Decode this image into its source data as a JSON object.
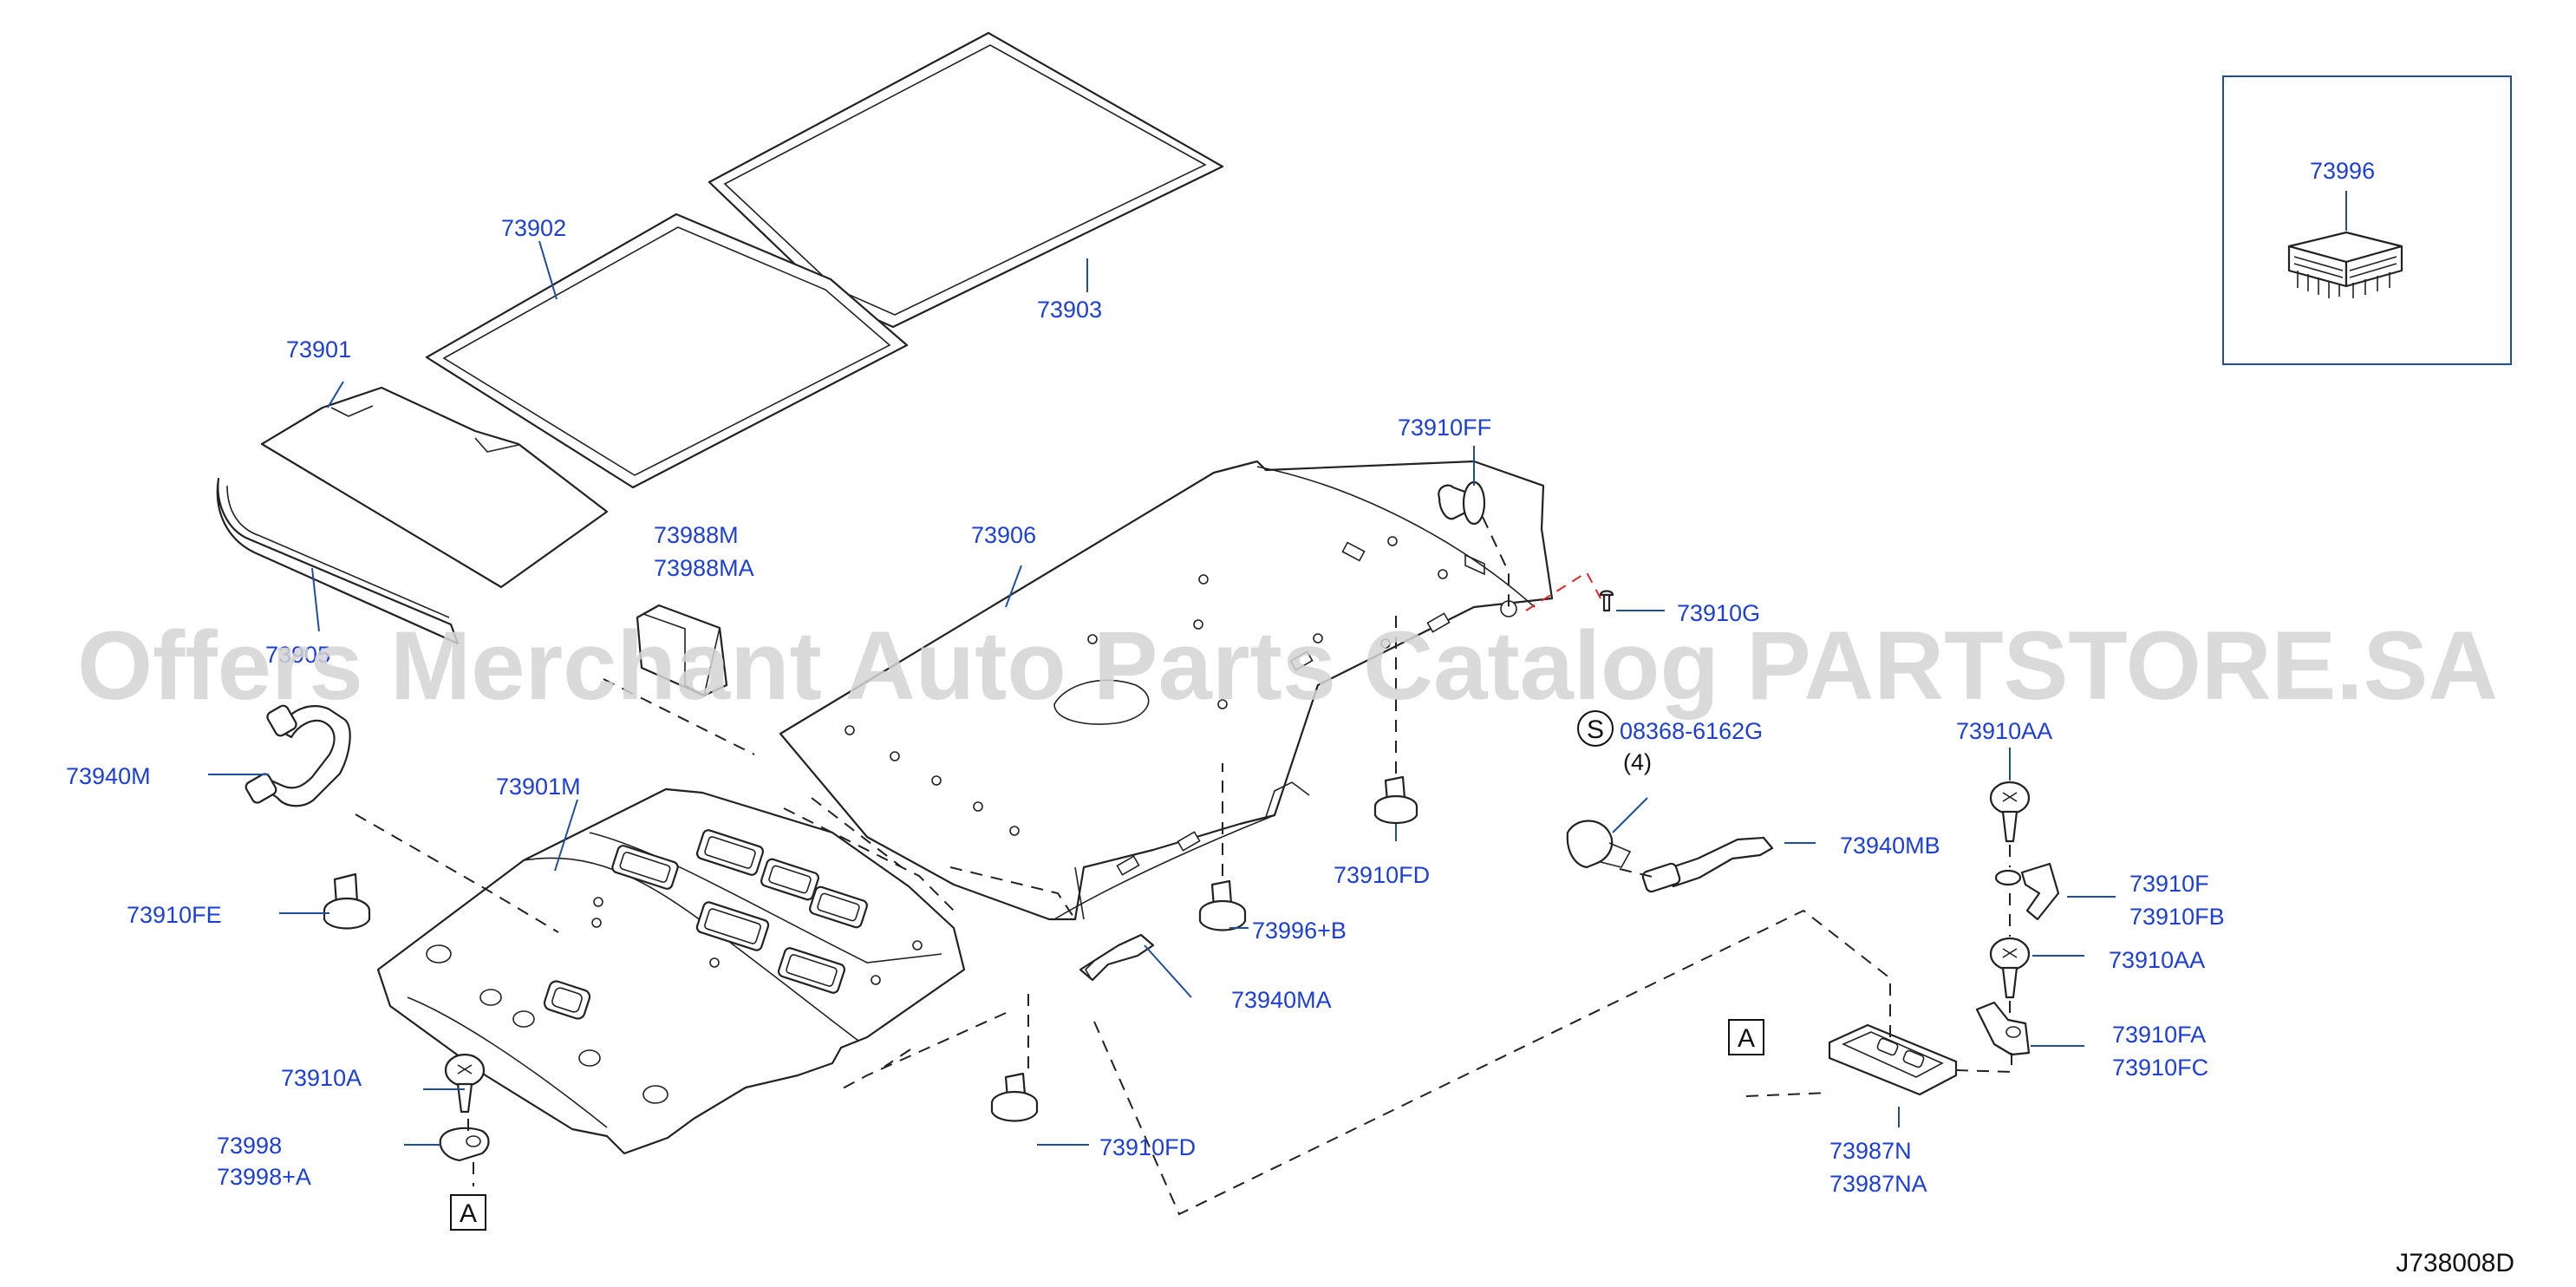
{
  "watermark": "Offers Merchant Auto Parts Catalog PARTSTORE.SA",
  "drawing_id": "J738008D",
  "callouts": {
    "p73901": "73901",
    "p73902": "73902",
    "p73903": "73903",
    "p73905": "73905",
    "p73906": "73906",
    "p73988m": "73988M",
    "p73988ma": "73988MA",
    "p73940m": "73940M",
    "p73901m": "73901M",
    "p73910fe": "73910FE",
    "p73910ff": "73910FF",
    "p73910g": "73910G",
    "p73910fd_upper": "73910FD",
    "p73910fd_lower": "73910FD",
    "p73996b": "73996+B",
    "p73940ma": "73940MA",
    "p73910a": "73910A",
    "p73998": "73998",
    "p73998a": "73998+A",
    "p08368": "08368-6162G",
    "qty_08368": "(4)",
    "p73940mb": "73940MB",
    "p73910aa_top": "73910AA",
    "p73910f": "73910F",
    "p73910fb": "73910FB",
    "p73910aa_mid": "73910AA",
    "p73910fa": "73910FA",
    "p73910fc": "73910FC",
    "p73987n": "73987N",
    "p73987na": "73987NA",
    "p73996": "73996"
  },
  "markers": {
    "ref_a_left": "A",
    "ref_a_right": "A",
    "standard_part": "S"
  }
}
